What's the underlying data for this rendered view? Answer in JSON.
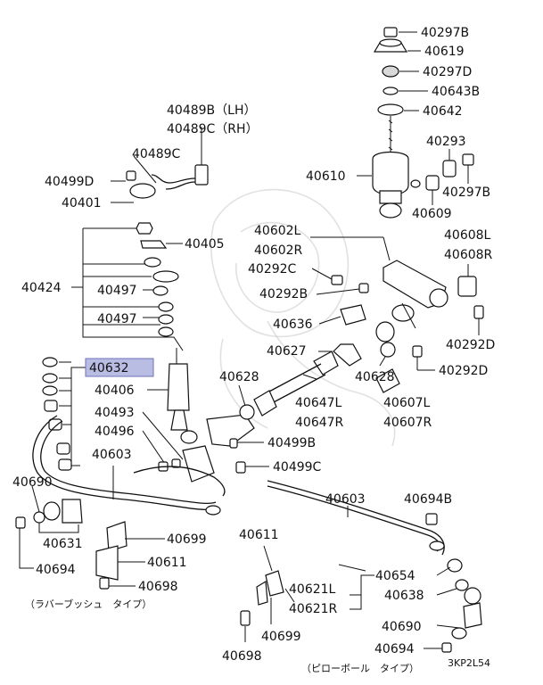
{
  "labels": {
    "p40297b_top": "40297B",
    "p40619": "40619",
    "p40297d": "40297D",
    "p40643b": "40643B",
    "p40642": "40642",
    "p40489b": "40489B（LH）",
    "p40489c_rh": "40489C（RH）",
    "p40489c": "40489C",
    "p40499d": "40499D",
    "p40401": "40401",
    "p40610": "40610",
    "p40293": "40293",
    "p40297b_r": "40297B",
    "p40609": "40609",
    "p40602l": "40602L",
    "p40602r": "40602R",
    "p40608l": "40608L",
    "p40608r": "40608R",
    "p40405": "40405",
    "p40292c": "40292C",
    "p40292b": "40292B",
    "p40424": "40424",
    "p40497a": "40497",
    "p40497b": "40497",
    "p40636": "40636",
    "p40292d_a": "40292D",
    "p40627": "40627",
    "p40292d_b": "40292D",
    "p40632": "40632",
    "p40628a": "40628",
    "p40628b": "40628",
    "p40406": "40406",
    "p40647l": "40647L",
    "p40647r": "40647R",
    "p40607l": "40607L",
    "p40607r": "40607R",
    "p40493": "40493",
    "p40496": "40496",
    "p40499b": "40499B",
    "p40603a": "40603",
    "p40499c": "40499C",
    "p40690a": "40690",
    "p40603b": "40603",
    "p40694b": "40694B",
    "p40631": "40631",
    "p40699a": "40699",
    "p40611a": "40611",
    "p40694": "40694",
    "p40611b": "40611",
    "p40698a": "40698",
    "p40654": "40654",
    "p40638": "40638",
    "p40621l": "40621L",
    "p40621r": "40621R",
    "p40690b": "40690",
    "p40694c": "40694",
    "p40699b": "40699",
    "p40698b": "40698",
    "rubber_bush_type": "（ラバーブッシュ　タイプ）",
    "pillow_ball_type": "（ピローボール　タイプ）",
    "diagram_code": "3KP2L54"
  },
  "highlight_color": "#b9bde4"
}
